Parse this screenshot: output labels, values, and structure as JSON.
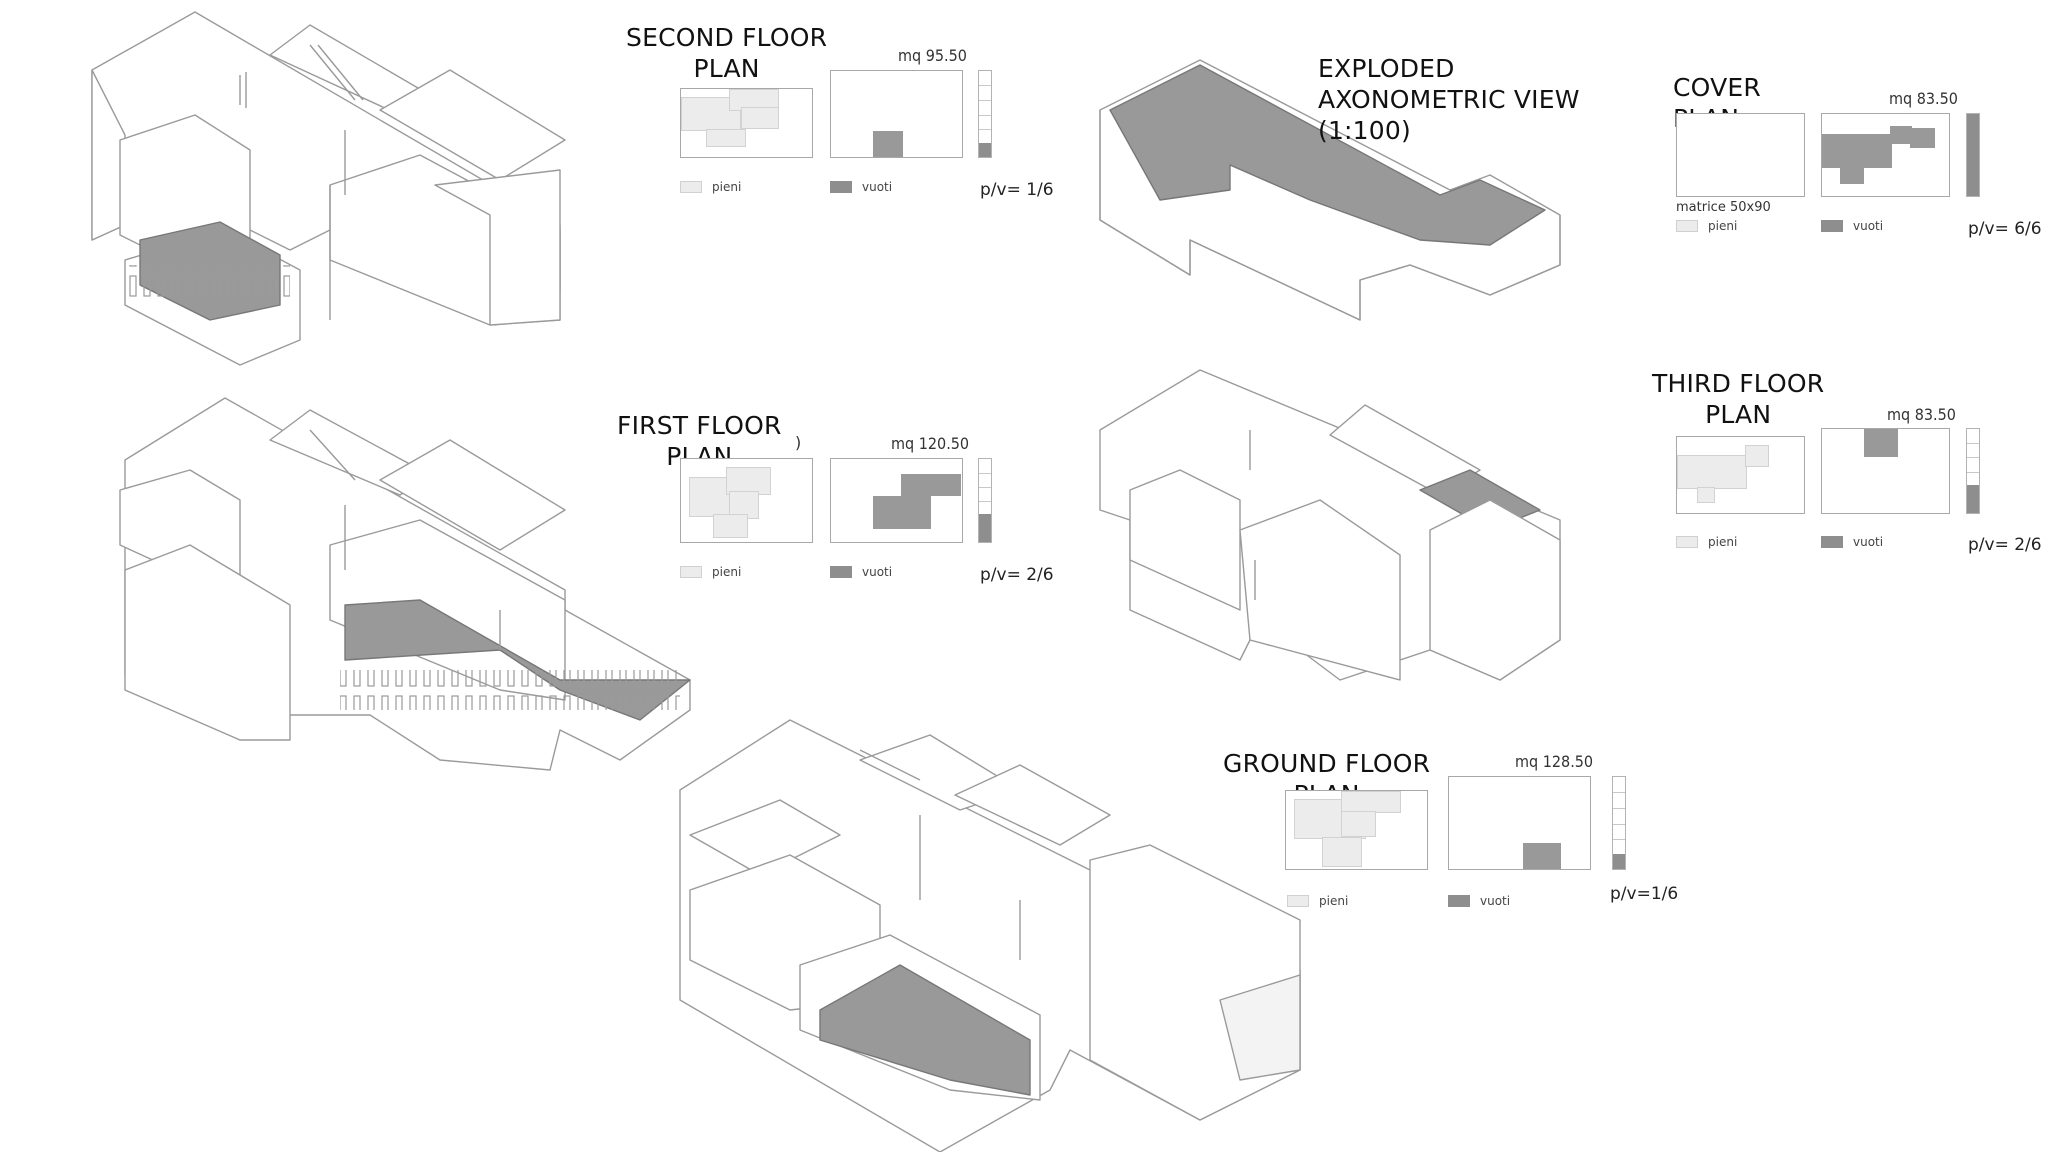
{
  "panels": {
    "second": {
      "title_line1": "SECOND FLOOR",
      "title_line2": "PLAN",
      "area": "mq 95.50",
      "legend_pieni": "pieni",
      "legend_vuoti": "vuoti",
      "ratio": "p/v= 1/6",
      "void_fraction": 0.1667
    },
    "first": {
      "title_line1": "FIRST FLOOR",
      "title_line2": "PLAN",
      "stray_char": ")",
      "area": "mq 120.50",
      "legend_pieni": "pieni",
      "legend_vuoti": "vuoti",
      "ratio": "p/v= 2/6",
      "void_fraction": 0.3333
    },
    "ground": {
      "title_line1": "GROUND FLOOR",
      "title_line2": "PLAN",
      "area": "mq 128.50",
      "legend_pieni": "pieni",
      "legend_vuoti": "vuoti",
      "ratio": "p/v=1/6",
      "void_fraction": 0.1667
    },
    "cover": {
      "title_line1": "COVER",
      "title_line2": "PLAN",
      "area": "mq 83.50",
      "matrix": "matrice 50x90",
      "legend_pieni": "pieni",
      "legend_vuoti": "vuoti",
      "ratio": "p/v= 6/6",
      "void_fraction": 1.0
    },
    "third": {
      "title_line1": "THIRD FLOOR",
      "title_line2": "PLAN",
      "area": "mq 83.50",
      "legend_pieni": "pieni",
      "legend_vuoti": "vuoti",
      "ratio": "p/v= 2/6",
      "void_fraction": 0.3333
    }
  },
  "exploded": {
    "line1": "EXPLODED",
    "line2": "AXONOMETRIC VIEW",
    "line3": "(1:100)"
  },
  "colors": {
    "void": "#999999",
    "solid": "#ececec",
    "line": "#9a9a9a"
  }
}
